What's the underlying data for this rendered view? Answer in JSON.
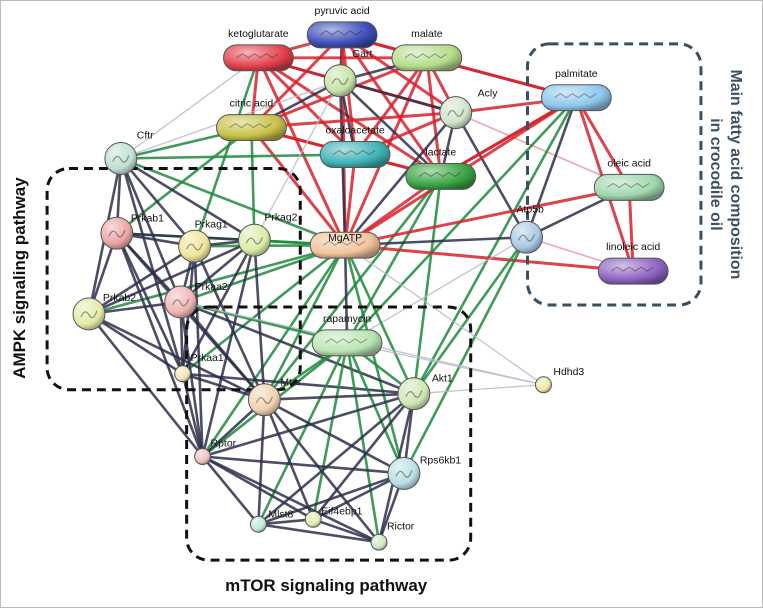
{
  "groups": {
    "ampk": {
      "title": "AMPK signaling pathway"
    },
    "mtor": {
      "title": "mTOR signaling pathway"
    },
    "fatty_acid": {
      "title_line1": "Main fatty acid composition",
      "title_line2": "in crocodile oil"
    }
  },
  "nodes": [
    {
      "id": "ketoglutarate",
      "label": "ketoglutarate",
      "kind": "compound",
      "color": "#e2414e"
    },
    {
      "id": "pyruvic_acid",
      "label": "pyruvic acid",
      "kind": "compound",
      "color": "#3e4fb8"
    },
    {
      "id": "malate",
      "label": "malate",
      "kind": "compound",
      "color": "#b6dc8c"
    },
    {
      "id": "gart",
      "label": "Gart",
      "kind": "protein",
      "color": "#c5e3a6"
    },
    {
      "id": "citric_acid",
      "label": "citric acid",
      "kind": "compound",
      "color": "#c8c24a"
    },
    {
      "id": "oxaloacetate",
      "label": "oxaloacetate",
      "kind": "compound",
      "color": "#3fb2b4"
    },
    {
      "id": "acly",
      "label": "Acly",
      "kind": "protein",
      "color": "#cfe4c8"
    },
    {
      "id": "lactate",
      "label": "lactate",
      "kind": "compound",
      "color": "#3aa444"
    },
    {
      "id": "palmitate",
      "label": "palmitate",
      "kind": "compound",
      "color": "#8ec7ec"
    },
    {
      "id": "oleic_acid",
      "label": "oleic acid",
      "kind": "compound",
      "color": "#9fd7ac"
    },
    {
      "id": "linoleic_acid",
      "label": "linoleic acid",
      "kind": "compound",
      "color": "#8f63c4"
    },
    {
      "id": "atp5b",
      "label": "Atp5b",
      "kind": "protein",
      "color": "#a9c8e6"
    },
    {
      "id": "cftr",
      "label": "Cftr",
      "kind": "protein",
      "color": "#bfe0d3"
    },
    {
      "id": "prkab1",
      "label": "Prkab1",
      "kind": "protein",
      "color": "#eba4a4"
    },
    {
      "id": "prkag1",
      "label": "Prkag1",
      "kind": "protein",
      "color": "#efe49a"
    },
    {
      "id": "prkag2",
      "label": "Prkag2",
      "kind": "protein",
      "color": "#d9eca6"
    },
    {
      "id": "mgatp",
      "label": "MgATP",
      "kind": "compound",
      "color": "#f2c39a"
    },
    {
      "id": "prkab2",
      "label": "Prkab2",
      "kind": "protein",
      "color": "#e4eba5"
    },
    {
      "id": "prkaa2",
      "label": "Prkaa2",
      "kind": "protein",
      "color": "#f1b4b4"
    },
    {
      "id": "rapamycin",
      "label": "rapamycin",
      "kind": "compound",
      "color": "#b9e5b4"
    },
    {
      "id": "prkaa1",
      "label": "Prkaa1",
      "kind": "protein-small",
      "color": "#efe6b8"
    },
    {
      "id": "mtor",
      "label": "Mtor",
      "kind": "protein",
      "color": "#f3d0b1"
    },
    {
      "id": "akt1",
      "label": "Akt1",
      "kind": "protein",
      "color": "#cfe6b4"
    },
    {
      "id": "hdhd3",
      "label": "Hdhd3",
      "kind": "protein-small",
      "color": "#efeaa6"
    },
    {
      "id": "rptor",
      "label": "Rptor",
      "kind": "protein-small",
      "color": "#f1c0c0"
    },
    {
      "id": "rps6kb1",
      "label": "Rps6kb1",
      "kind": "protein",
      "color": "#b9dfe4"
    },
    {
      "id": "mlst8",
      "label": "Mlst8",
      "kind": "protein-small",
      "color": "#bfe8d8"
    },
    {
      "id": "eif4ebp1",
      "label": "Eif4ebp1",
      "kind": "protein-small",
      "color": "#e4efb0"
    },
    {
      "id": "rictor",
      "label": "Rictor",
      "kind": "protein-small",
      "color": "#cfe9c4"
    }
  ],
  "edge_colors": {
    "red": "#d8212b",
    "green": "#1d8a3a",
    "dark": "#2d2f4a",
    "light": "#b9b9c9",
    "pink": "#e79aa0"
  },
  "edges": [
    [
      "ketoglutarate",
      "pyruvic_acid",
      "red"
    ],
    [
      "ketoglutarate",
      "malate",
      "red"
    ],
    [
      "ketoglutarate",
      "citric_acid",
      "red"
    ],
    [
      "ketoglutarate",
      "oxaloacetate",
      "red"
    ],
    [
      "ketoglutarate",
      "gart",
      "dark"
    ],
    [
      "ketoglutarate",
      "mgatp",
      "red"
    ],
    [
      "ketoglutarate",
      "lactate",
      "red"
    ],
    [
      "ketoglutarate",
      "acly",
      "red"
    ],
    [
      "ketoglutarate",
      "cftr",
      "light"
    ],
    [
      "ketoglutarate",
      "prkag1",
      "green"
    ],
    [
      "pyruvic_acid",
      "malate",
      "red"
    ],
    [
      "pyruvic_acid",
      "lactate",
      "red"
    ],
    [
      "pyruvic_acid",
      "oxaloacetate",
      "red"
    ],
    [
      "pyruvic_acid",
      "citric_acid",
      "red"
    ],
    [
      "pyruvic_acid",
      "gart",
      "dark"
    ],
    [
      "pyruvic_acid",
      "acly",
      "red"
    ],
    [
      "pyruvic_acid",
      "mgatp",
      "red"
    ],
    [
      "pyruvic_acid",
      "palmitate",
      "red"
    ],
    [
      "malate",
      "citric_acid",
      "red"
    ],
    [
      "malate",
      "oxaloacetate",
      "red"
    ],
    [
      "malate",
      "acly",
      "red"
    ],
    [
      "malate",
      "lactate",
      "red"
    ],
    [
      "malate",
      "palmitate",
      "red"
    ],
    [
      "malate",
      "mgatp",
      "red"
    ],
    [
      "malate",
      "gart",
      "dark"
    ],
    [
      "gart",
      "acly",
      "dark"
    ],
    [
      "gart",
      "oxaloacetate",
      "dark"
    ],
    [
      "gart",
      "citric_acid",
      "dark"
    ],
    [
      "gart",
      "mgatp",
      "dark"
    ],
    [
      "gart",
      "lactate",
      "dark"
    ],
    [
      "citric_acid",
      "oxaloacetate",
      "red"
    ],
    [
      "citric_acid",
      "acly",
      "red"
    ],
    [
      "citric_acid",
      "mgatp",
      "red"
    ],
    [
      "citric_acid",
      "lactate",
      "red"
    ],
    [
      "citric_acid",
      "prkag2",
      "green"
    ],
    [
      "citric_acid",
      "cftr",
      "green"
    ],
    [
      "citric_acid",
      "prkab1",
      "green"
    ],
    [
      "oxaloacetate",
      "acly",
      "red"
    ],
    [
      "oxaloacetate",
      "lactate",
      "red"
    ],
    [
      "oxaloacetate",
      "mgatp",
      "red"
    ],
    [
      "acly",
      "palmitate",
      "red"
    ],
    [
      "acly",
      "lactate",
      "dark"
    ],
    [
      "acly",
      "mgatp",
      "dark"
    ],
    [
      "acly",
      "atp5b",
      "dark"
    ],
    [
      "acly",
      "oleic_acid",
      "pink"
    ],
    [
      "lactate",
      "mgatp",
      "red"
    ],
    [
      "lactate",
      "palmitate",
      "red"
    ],
    [
      "lactate",
      "rapamycin",
      "green"
    ],
    [
      "lactate",
      "akt1",
      "green"
    ],
    [
      "lactate",
      "mtor",
      "green"
    ],
    [
      "palmitate",
      "oleic_acid",
      "red"
    ],
    [
      "palmitate",
      "linoleic_acid",
      "red"
    ],
    [
      "palmitate",
      "mgatp",
      "red"
    ],
    [
      "palmitate",
      "atp5b",
      "dark"
    ],
    [
      "palmitate",
      "lactate",
      "red"
    ],
    [
      "palmitate",
      "akt1",
      "green"
    ],
    [
      "palmitate",
      "rapamycin",
      "green"
    ],
    [
      "oleic_acid",
      "linoleic_acid",
      "red"
    ],
    [
      "oleic_acid",
      "mgatp",
      "red"
    ],
    [
      "oleic_acid",
      "atp5b",
      "dark"
    ],
    [
      "linoleic_acid",
      "mgatp",
      "red"
    ],
    [
      "linoleic_acid",
      "atp5b",
      "pink"
    ],
    [
      "atp5b",
      "mgatp",
      "dark"
    ],
    [
      "atp5b",
      "akt1",
      "green"
    ],
    [
      "atp5b",
      "rps6kb1",
      "green"
    ],
    [
      "atp5b",
      "rapamycin",
      "light"
    ],
    [
      "mgatp",
      "prkag1",
      "green"
    ],
    [
      "mgatp",
      "prkag2",
      "green"
    ],
    [
      "mgatp",
      "prkaa2",
      "green"
    ],
    [
      "mgatp",
      "prkab1",
      "green"
    ],
    [
      "mgatp",
      "prkab2",
      "green"
    ],
    [
      "mgatp",
      "mtor",
      "green"
    ],
    [
      "mgatp",
      "akt1",
      "green"
    ],
    [
      "mgatp",
      "rps6kb1",
      "green"
    ],
    [
      "mgatp",
      "rapamycin",
      "dark"
    ],
    [
      "mgatp",
      "prkaa1",
      "green"
    ],
    [
      "mgatp",
      "cftr",
      "green"
    ],
    [
      "mgatp",
      "rptor",
      "green"
    ],
    [
      "cftr",
      "prkab1",
      "dark"
    ],
    [
      "cftr",
      "prkag1",
      "dark"
    ],
    [
      "cftr",
      "prkag2",
      "dark"
    ],
    [
      "cftr",
      "prkaa2",
      "dark"
    ],
    [
      "cftr",
      "prkab2",
      "dark"
    ],
    [
      "cftr",
      "prkaa1",
      "dark"
    ],
    [
      "cftr",
      "gart",
      "light"
    ],
    [
      "cftr",
      "oxaloacetate",
      "green"
    ],
    [
      "prkab1",
      "prkag1",
      "dark"
    ],
    [
      "prkab1",
      "prkag2",
      "dark"
    ],
    [
      "prkab1",
      "prkab2",
      "dark"
    ],
    [
      "prkab1",
      "prkaa2",
      "dark"
    ],
    [
      "prkab1",
      "prkaa1",
      "dark"
    ],
    [
      "prkab1",
      "mtor",
      "dark"
    ],
    [
      "prkab1",
      "rptor",
      "dark"
    ],
    [
      "prkag1",
      "prkag2",
      "dark"
    ],
    [
      "prkag1",
      "prkab2",
      "dark"
    ],
    [
      "prkag1",
      "prkaa2",
      "dark"
    ],
    [
      "prkag1",
      "prkaa1",
      "dark"
    ],
    [
      "prkag1",
      "mtor",
      "dark"
    ],
    [
      "prkag1",
      "rptor",
      "dark"
    ],
    [
      "prkag2",
      "prkab2",
      "dark"
    ],
    [
      "prkag2",
      "prkaa2",
      "dark"
    ],
    [
      "prkag2",
      "prkaa1",
      "dark"
    ],
    [
      "prkag2",
      "mtor",
      "dark"
    ],
    [
      "prkag2",
      "rptor",
      "dark"
    ],
    [
      "prkab2",
      "prkaa2",
      "dark"
    ],
    [
      "prkab2",
      "prkaa1",
      "dark"
    ],
    [
      "prkab2",
      "mtor",
      "dark"
    ],
    [
      "prkab2",
      "rptor",
      "dark"
    ],
    [
      "prkaa2",
      "prkaa1",
      "dark"
    ],
    [
      "prkaa2",
      "mtor",
      "dark"
    ],
    [
      "prkaa2",
      "rptor",
      "dark"
    ],
    [
      "prkaa2",
      "akt1",
      "dark"
    ],
    [
      "prkaa2",
      "rapamycin",
      "green"
    ],
    [
      "prkaa1",
      "mtor",
      "dark"
    ],
    [
      "prkaa1",
      "rptor",
      "dark"
    ],
    [
      "prkaa1",
      "akt1",
      "dark"
    ],
    [
      "rapamycin",
      "mtor",
      "green"
    ],
    [
      "rapamycin",
      "akt1",
      "green"
    ],
    [
      "rapamycin",
      "rps6kb1",
      "green"
    ],
    [
      "rapamycin",
      "rptor",
      "green"
    ],
    [
      "rapamycin",
      "mlst8",
      "green"
    ],
    [
      "rapamycin",
      "eif4ebp1",
      "green"
    ],
    [
      "rapamycin",
      "rictor",
      "green"
    ],
    [
      "rapamycin",
      "hdhd3",
      "light"
    ],
    [
      "mtor",
      "akt1",
      "dark"
    ],
    [
      "mtor",
      "rptor",
      "dark"
    ],
    [
      "mtor",
      "rps6kb1",
      "dark"
    ],
    [
      "mtor",
      "mlst8",
      "dark"
    ],
    [
      "mtor",
      "eif4ebp1",
      "dark"
    ],
    [
      "mtor",
      "rictor",
      "dark"
    ],
    [
      "akt1",
      "rps6kb1",
      "dark"
    ],
    [
      "akt1",
      "rptor",
      "dark"
    ],
    [
      "akt1",
      "mlst8",
      "dark"
    ],
    [
      "akt1",
      "eif4ebp1",
      "dark"
    ],
    [
      "akt1",
      "rictor",
      "dark"
    ],
    [
      "akt1",
      "hdhd3",
      "light"
    ],
    [
      "rptor",
      "mlst8",
      "dark"
    ],
    [
      "rptor",
      "eif4ebp1",
      "dark"
    ],
    [
      "rptor",
      "rictor",
      "dark"
    ],
    [
      "rptor",
      "rps6kb1",
      "dark"
    ],
    [
      "rps6kb1",
      "mlst8",
      "dark"
    ],
    [
      "rps6kb1",
      "eif4ebp1",
      "dark"
    ],
    [
      "rps6kb1",
      "rictor",
      "dark"
    ],
    [
      "mlst8",
      "eif4ebp1",
      "dark"
    ],
    [
      "mlst8",
      "rictor",
      "dark"
    ],
    [
      "eif4ebp1",
      "rictor",
      "dark"
    ],
    [
      "hdhd3",
      "mgatp",
      "light"
    ],
    [
      "hdhd3",
      "prkaa2",
      "light"
    ],
    [
      "gart",
      "prkag2",
      "light"
    ]
  ]
}
